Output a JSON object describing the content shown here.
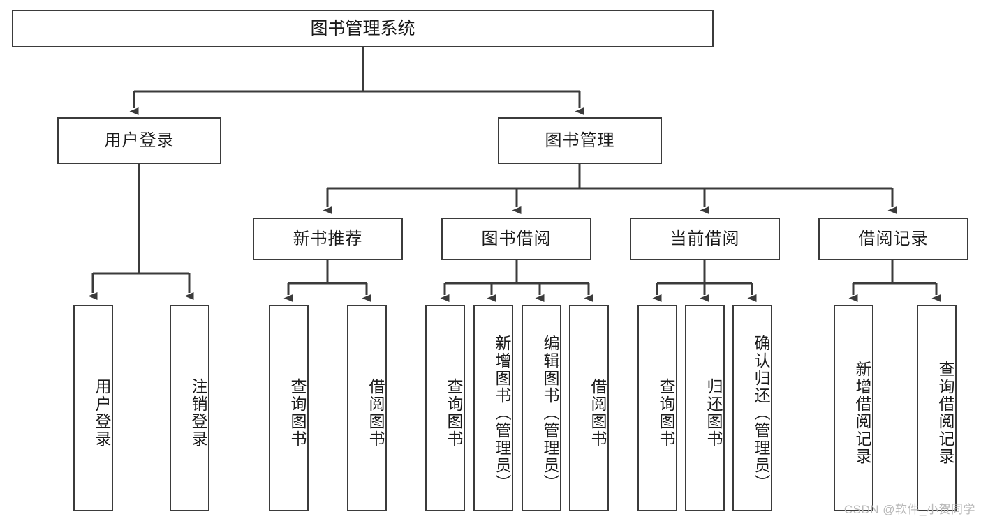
{
  "diagram": {
    "title": "图书管理系统",
    "watermark": "CSDN @软件_小贺同学",
    "colors": {
      "stroke": "#3b3b3b",
      "fill": "#ffffff",
      "text": "#1a1a1a",
      "watermark": "#b9b9b9"
    },
    "root": {
      "label": "图书管理系统"
    },
    "level2": [
      {
        "label": "用户登录"
      },
      {
        "label": "图书管理"
      }
    ],
    "level3": [
      {
        "label": "新书推荐"
      },
      {
        "label": "图书借阅"
      },
      {
        "label": "当前借阅"
      },
      {
        "label": "借阅记录"
      }
    ],
    "leaves": [
      {
        "label": "用户登录",
        "parent": "用户登录"
      },
      {
        "label": "注销登录",
        "parent": "用户登录"
      },
      {
        "label": "查询图书",
        "parent": "新书推荐"
      },
      {
        "label": "借阅图书",
        "parent": "新书推荐"
      },
      {
        "label": "查询图书",
        "parent": "图书借阅"
      },
      {
        "label": "新增图书（管理员）",
        "parent": "图书借阅"
      },
      {
        "label": "编辑图书（管理员）",
        "parent": "图书借阅"
      },
      {
        "label": "借阅图书",
        "parent": "图书借阅"
      },
      {
        "label": "查询图书",
        "parent": "当前借阅"
      },
      {
        "label": "归还图书",
        "parent": "当前借阅"
      },
      {
        "label": "确认归还（管理员）",
        "parent": "当前借阅"
      },
      {
        "label": "新增借阅记录",
        "parent": "借阅记录"
      },
      {
        "label": "查询借阅记录",
        "parent": "借阅记录"
      }
    ]
  }
}
